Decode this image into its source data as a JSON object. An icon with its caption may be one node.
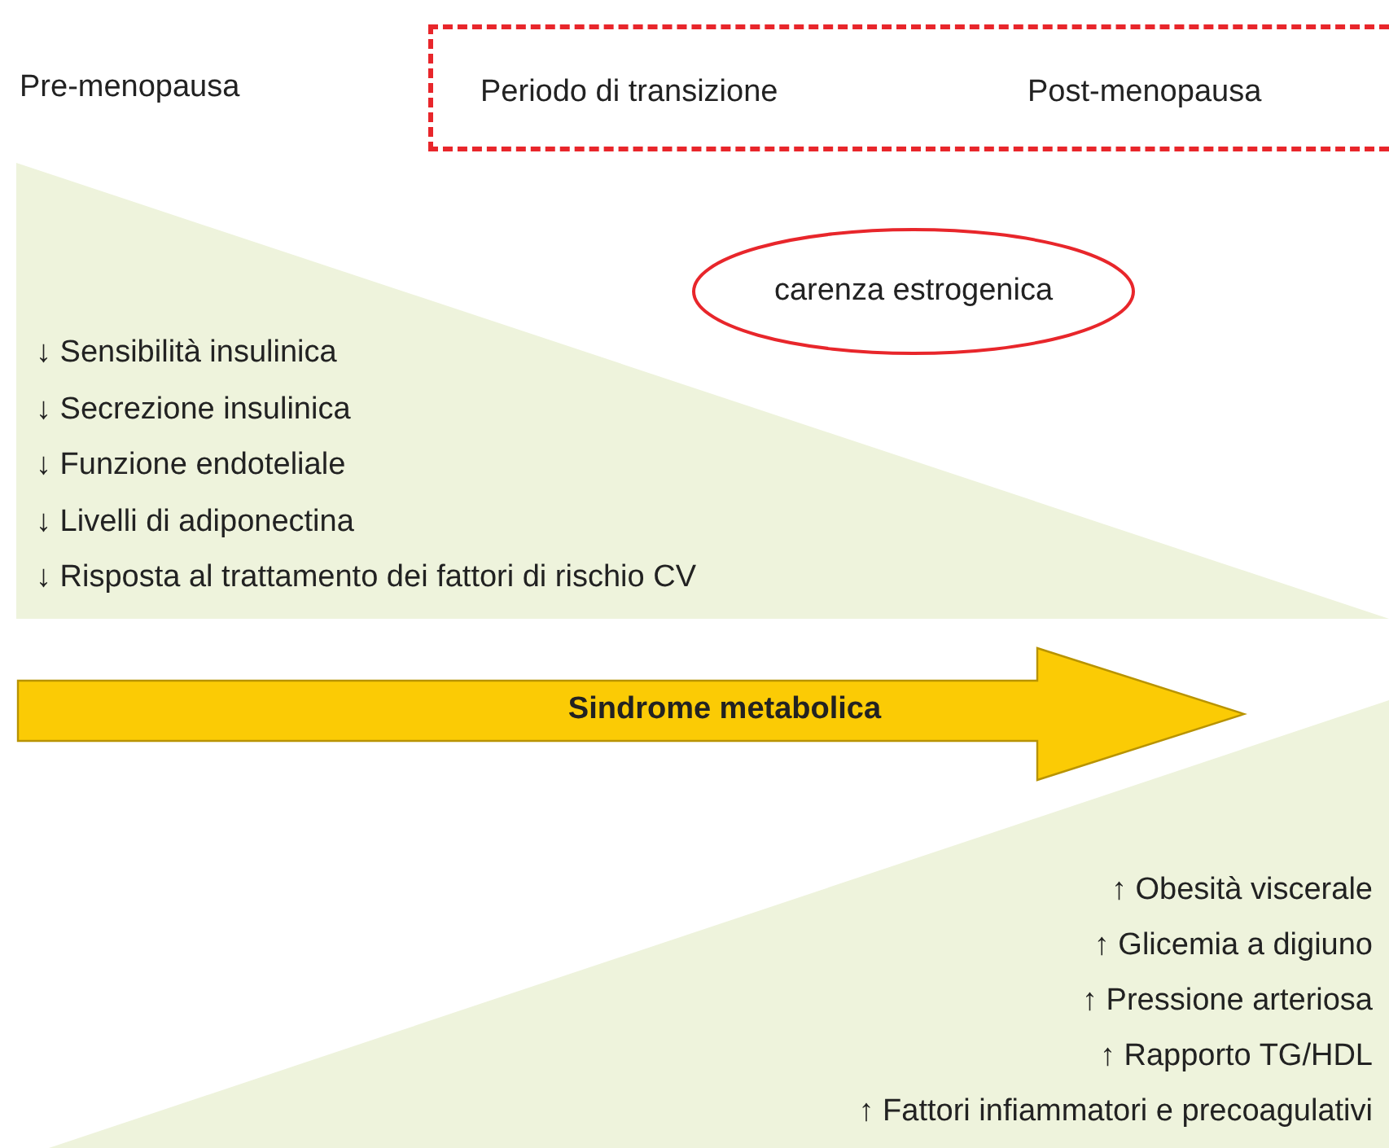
{
  "diagram": {
    "nodes": [
      {
        "text": [
          "Periodo di transizione",
          "Post-menopausa"
        ]
      },
      {
        "text": [
          "↓ Sensibilità insulinica",
          "↓ Secrezione insulinica",
          "↓ Funzione endoteliale",
          "↓ Livelli di adiponectina",
          "↓ Risposta al trattamento dei fattori di rischio CV"
        ]
      },
      {
        "text": [
          "carenza estrogenica"
        ]
      },
      {
        "text": [
          "Sindrome metabolica"
        ]
      },
      {
        "text": [
          "↑ Obesità viscerale",
          "↑ Glicemia a digiuno",
          "↑ Pressione arteriosa",
          "↑ Rapporto TG/HDL",
          "↑ Fattori infiammatori e precoagulativi"
        ]
      }
    ],
    "edges": [],
    "labels": [
      "Pre-menopausa"
    ]
  }
}
